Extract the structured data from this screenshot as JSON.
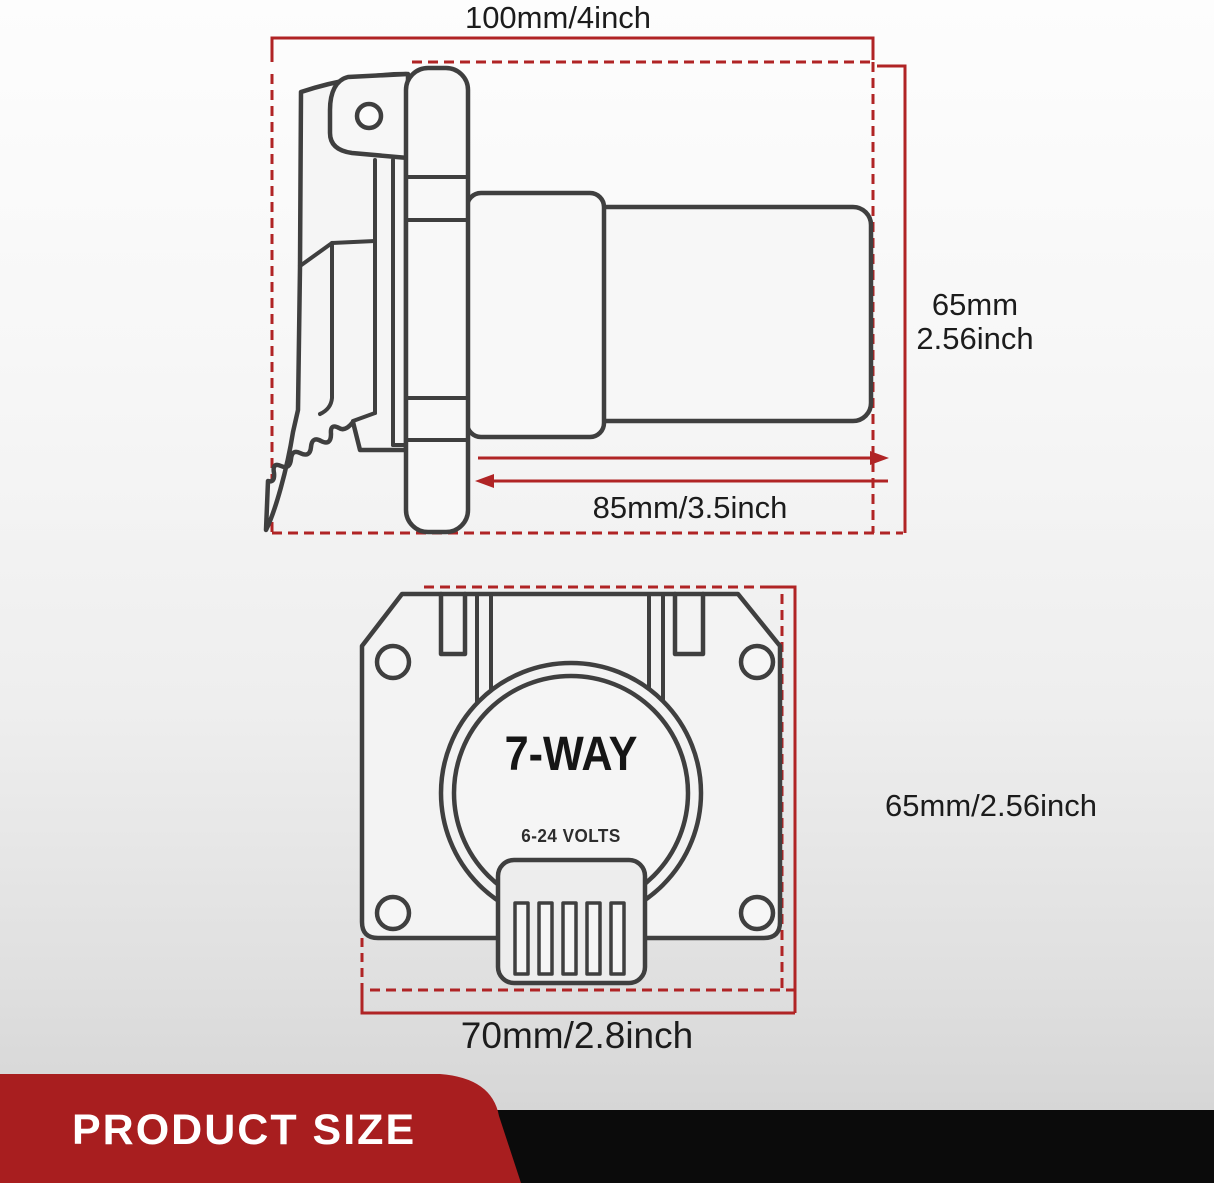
{
  "banner": {
    "label": "PRODUCT SIZE"
  },
  "side_view": {
    "width_label": "100mm/4inch",
    "height_label_line1": "65mm",
    "height_label_line2": "2.56inch",
    "depth_label": "85mm/3.5inch"
  },
  "front_view": {
    "connector_label": "7-WAY",
    "voltage_label": "6-24 VOLTS",
    "height_label": "65mm/2.56inch",
    "width_label": "70mm/2.8inch"
  },
  "colors": {
    "dimension_red": "#b02425",
    "drawing_gray": "#3f3f3f",
    "banner_red": "#a81e1f",
    "footer_black": "#0b0b0b"
  }
}
